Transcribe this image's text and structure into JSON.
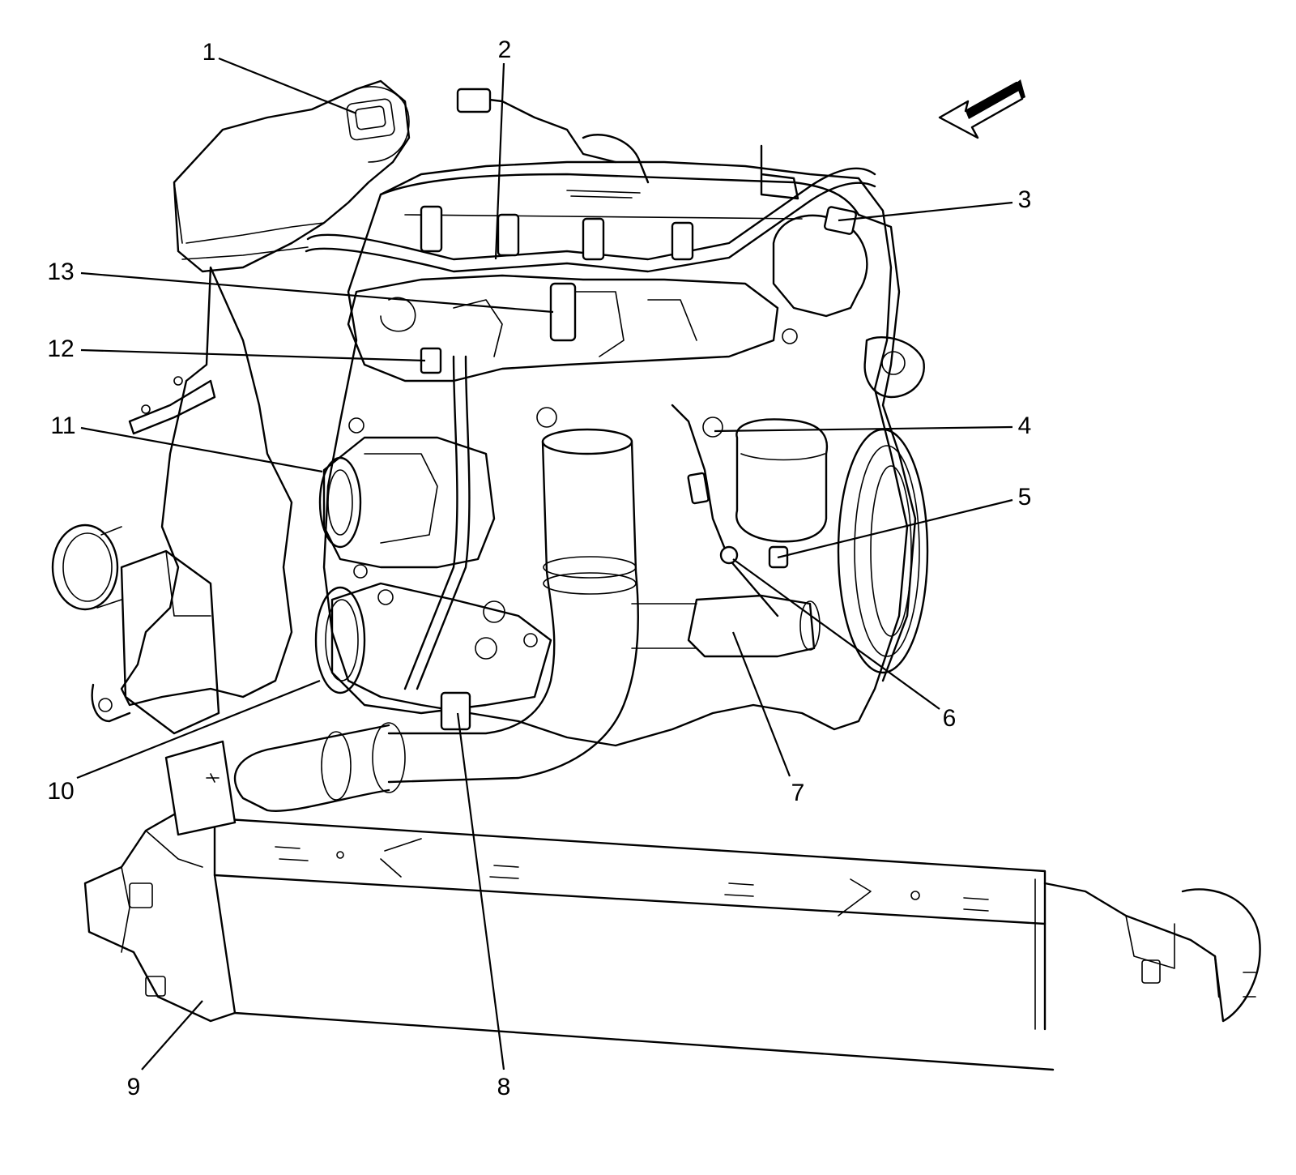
{
  "figure": {
    "view_arrow_icon": "front-direction-arrow-icon"
  },
  "callouts": [
    {
      "id": "callout-1",
      "label": "1"
    },
    {
      "id": "callout-2",
      "label": "2"
    },
    {
      "id": "callout-3",
      "label": "3"
    },
    {
      "id": "callout-4",
      "label": "4"
    },
    {
      "id": "callout-5",
      "label": "5"
    },
    {
      "id": "callout-6",
      "label": "6"
    },
    {
      "id": "callout-7",
      "label": "7"
    },
    {
      "id": "callout-8",
      "label": "8"
    },
    {
      "id": "callout-9",
      "label": "9"
    },
    {
      "id": "callout-10",
      "label": "10"
    },
    {
      "id": "callout-11",
      "label": "11"
    },
    {
      "id": "callout-12",
      "label": "12"
    },
    {
      "id": "callout-13",
      "label": "13"
    }
  ]
}
